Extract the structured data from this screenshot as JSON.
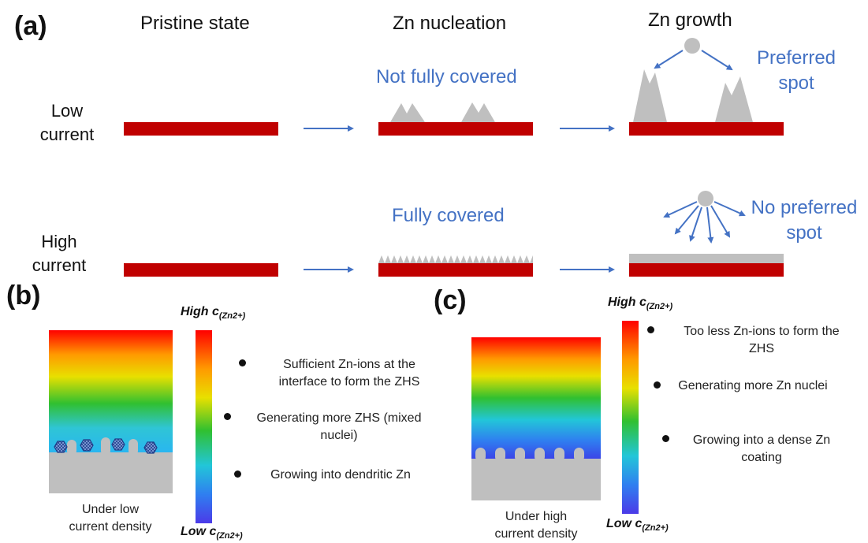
{
  "panel_a": {
    "label": "(a)",
    "columns": [
      "Pristine state",
      "Zn nucleation",
      "Zn growth"
    ],
    "rows": [
      {
        "label_line1": "Low",
        "label_line2": "current",
        "nucleation_note": "Not fully covered",
        "growth_note_line1": "Preferred",
        "growth_note_line2": "spot"
      },
      {
        "label_line1": "High",
        "label_line2": "current",
        "nucleation_note": "Fully covered",
        "growth_note_line1": "No preferred",
        "growth_note_line2": "spot"
      }
    ]
  },
  "panel_b": {
    "label": "(b)",
    "scale_high": "High c",
    "scale_low": "Low c",
    "scale_sub": "(Zn2+)",
    "bullets": [
      {
        "line1": "Sufficient Zn-ions at the",
        "line2": "interface to form the ZHS"
      },
      {
        "line1": "Generating more ZHS (mixed",
        "line2": "nuclei)"
      },
      {
        "line1": "Growing into dendritic Zn",
        "line2": ""
      }
    ],
    "caption_line1": "Under low",
    "caption_line2": "current density"
  },
  "panel_c": {
    "label": "(c)",
    "scale_high": "High c",
    "scale_low": "Low c",
    "scale_sub": "(Zn2+)",
    "bullets": [
      {
        "line1": "Too less Zn-ions to form the",
        "line2": "ZHS"
      },
      {
        "line1": "Generating more Zn nuclei",
        "line2": ""
      },
      {
        "line1": "Growing into a dense Zn",
        "line2": "coating"
      }
    ],
    "caption_line1": "Under high",
    "caption_line2": "current density"
  },
  "colors": {
    "substrate": "#c00000",
    "zinc": "#bfbfbf",
    "arrow": "#4472c4",
    "note": "#4472c4"
  }
}
